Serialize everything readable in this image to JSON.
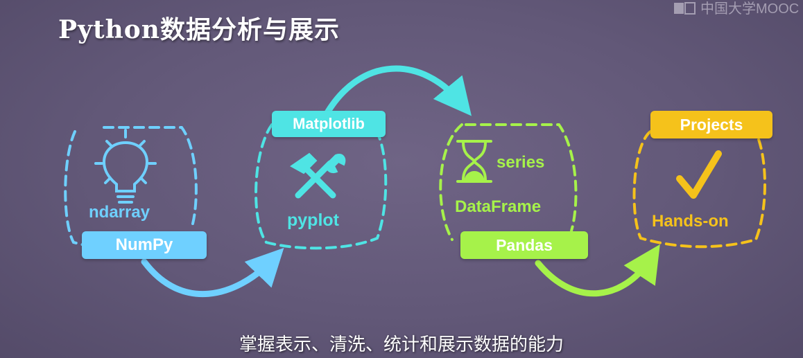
{
  "title": "Python数据分析与展示",
  "brand": {
    "text": "中国大学MOOC"
  },
  "colors": {
    "numpy": "#6fd0ff",
    "matplotlib": "#4fe4e4",
    "pandas": "#a6f24a",
    "projects": "#f5c21b"
  },
  "stages": {
    "numpy": {
      "label": "NumPy",
      "item": "ndarray",
      "icon": "lightbulb-icon"
    },
    "matplotlib": {
      "label": "Matplotlib",
      "item": "pyplot",
      "icon": "tools-icon"
    },
    "pandas": {
      "label": "Pandas",
      "items": [
        "series",
        "DataFrame"
      ],
      "icon": "hourglass-icon"
    },
    "projects": {
      "label": "Projects",
      "item": "Hands-on",
      "icon": "checkmark-icon"
    }
  },
  "subtitle": "掌握表示、清洗、统计和展示数据的能力"
}
